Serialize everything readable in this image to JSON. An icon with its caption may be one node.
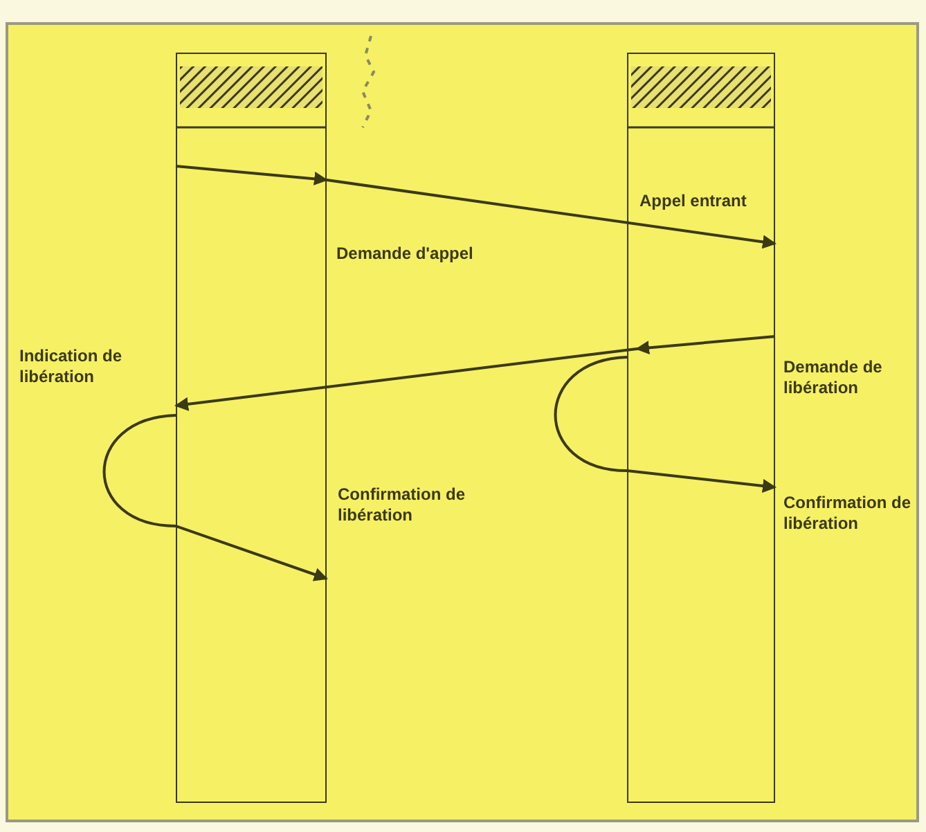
{
  "diagram": {
    "nodes": [
      {
        "text": [],
        "shape": "box"
      },
      {
        "text": [],
        "shape": "box"
      }
    ],
    "edges": [
      {
        "from": 0,
        "to": 1,
        "arrow": "to"
      },
      {
        "from": 1,
        "to": 0,
        "arrow": "to"
      },
      {
        "from": 0,
        "to": 0,
        "arrow": "to"
      },
      {
        "from": 1,
        "to": 1,
        "arrow": "to"
      }
    ],
    "labels": [
      "Demande d'appel",
      "Appel entrant",
      "Indication de libération",
      "Demande de libération",
      "Confirmation de libération",
      "Confirmation de libération"
    ]
  }
}
